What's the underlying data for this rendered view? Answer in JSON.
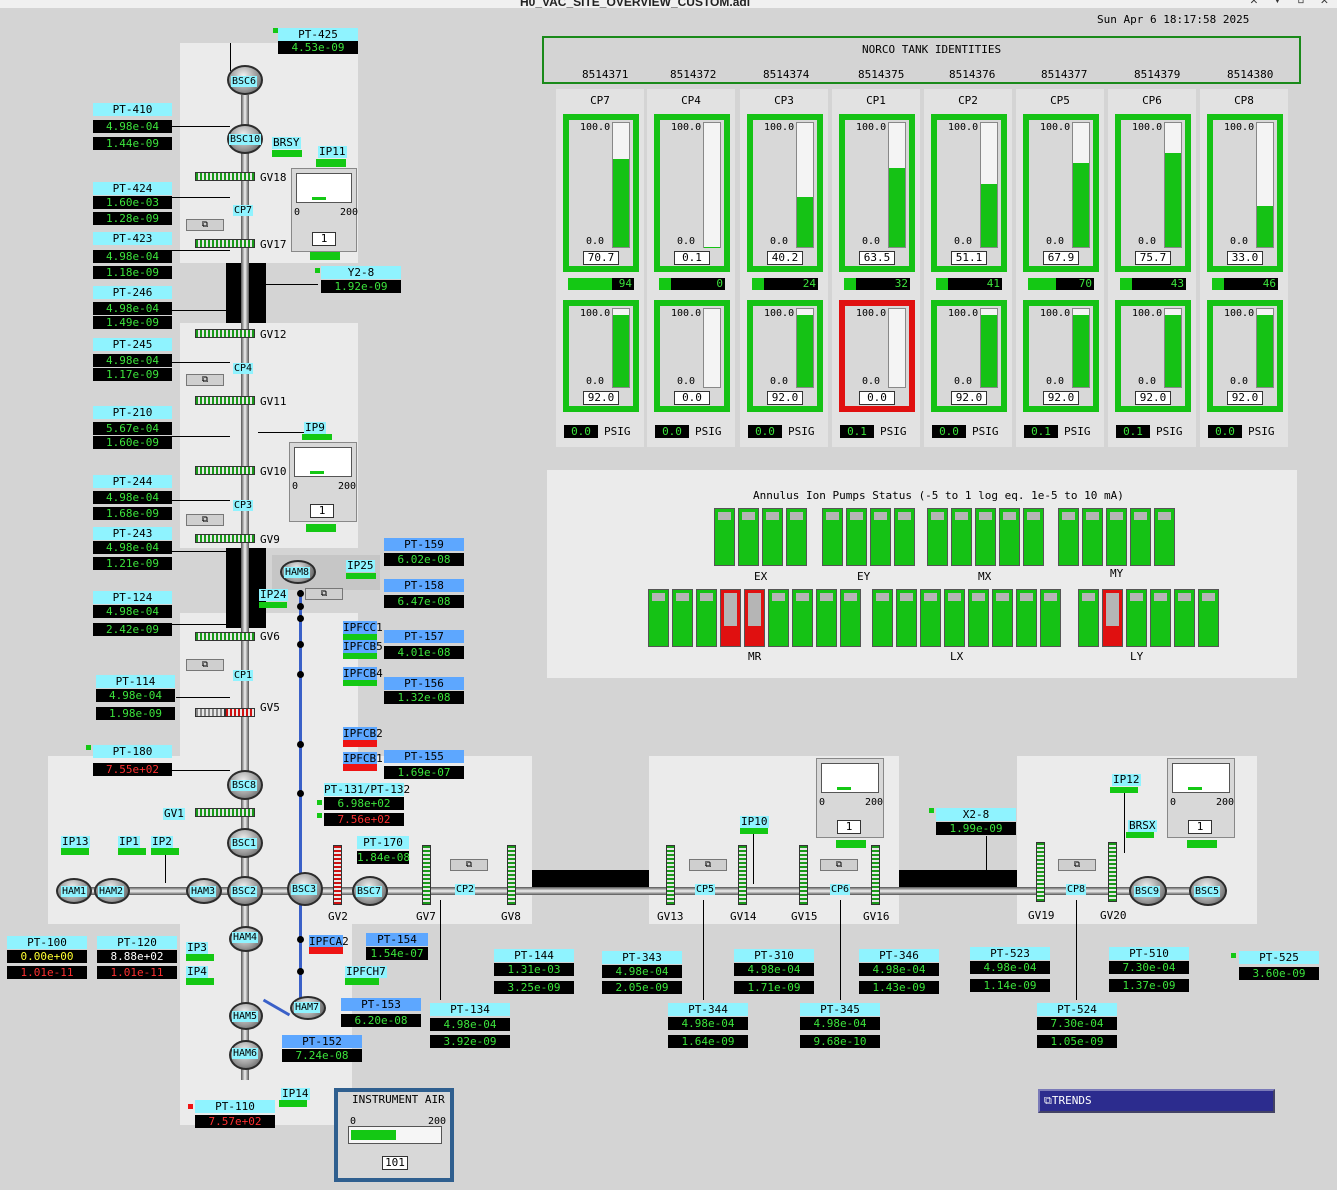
{
  "window": {
    "title": "H0_VAC_SITE_OVERVIEW_CUSTOM.adl",
    "datetime": "Sun Apr  6 18:17:58 2025"
  },
  "norco": {
    "title": "NORCO TANK IDENTITIES",
    "tanks": [
      {
        "id": "8514371",
        "name": "CP7",
        "level": "70.7",
        "level_frac": 0.707,
        "slider": "94",
        "pressure": "92.0",
        "pressure_frac": 0.92,
        "psig": "0.0",
        "alarm": false
      },
      {
        "id": "8514372",
        "name": "CP4",
        "level": "0.1",
        "level_frac": 0.001,
        "slider": "0",
        "pressure": "0.0",
        "pressure_frac": 0,
        "psig": "0.0",
        "alarm": false
      },
      {
        "id": "8514374",
        "name": "CP3",
        "level": "40.2",
        "level_frac": 0.402,
        "slider": "24",
        "pressure": "92.0",
        "pressure_frac": 0.92,
        "psig": "0.0",
        "alarm": false
      },
      {
        "id": "8514375",
        "name": "CP1",
        "level": "63.5",
        "level_frac": 0.635,
        "slider": "32",
        "pressure": "0.0",
        "pressure_frac": 0,
        "psig": "0.1",
        "alarm": true
      },
      {
        "id": "8514376",
        "name": "CP2",
        "level": "51.1",
        "level_frac": 0.511,
        "slider": "41",
        "pressure": "92.0",
        "pressure_frac": 0.92,
        "psig": "0.0",
        "alarm": false
      },
      {
        "id": "8514377",
        "name": "CP5",
        "level": "67.9",
        "level_frac": 0.679,
        "slider": "70",
        "pressure": "92.0",
        "pressure_frac": 0.92,
        "psig": "0.1",
        "alarm": false
      },
      {
        "id": "8514379",
        "name": "CP6",
        "level": "75.7",
        "level_frac": 0.757,
        "slider": "43",
        "pressure": "92.0",
        "pressure_frac": 0.92,
        "psig": "0.1",
        "alarm": false
      },
      {
        "id": "8514380",
        "name": "CP8",
        "level": "33.0",
        "level_frac": 0.33,
        "slider": "46",
        "pressure": "92.0",
        "pressure_frac": 0.92,
        "psig": "0.0",
        "alarm": false
      }
    ],
    "scale_max": "100.0",
    "scale_min": "0.0",
    "psig_label": "PSIG"
  },
  "pumps": {
    "title": "Annulus Ion Pumps Status (-5 to 1 log eq. 1e-5 to 10 mA)",
    "groups": [
      "EX",
      "EY",
      "MX",
      "MY",
      "MR",
      "LX",
      "LY"
    ]
  },
  "gauges": {
    "min": "0",
    "max": "200",
    "ip11": "1",
    "ip9": "1",
    "cp5": "1",
    "cp8": "1"
  },
  "instrument_air": {
    "title": "INSTRUMENT AIR",
    "min": "0",
    "max": "200",
    "value": "101",
    "level_frac": 0.505
  },
  "trends": {
    "label": "TRENDS"
  },
  "pt": {
    "pt425": {
      "name": "PT-425",
      "v1": "4.53e-09"
    },
    "pt410": {
      "name": "PT-410",
      "v1": "4.98e-04",
      "v2": "1.44e-09"
    },
    "pt424": {
      "name": "PT-424",
      "v1": "1.60e-03",
      "v2": "1.28e-09"
    },
    "pt423": {
      "name": "PT-423",
      "v1": "4.98e-04",
      "v2": "1.18e-09"
    },
    "pt246": {
      "name": "PT-246",
      "v1": "4.98e-04",
      "v2": "1.49e-09"
    },
    "pt245": {
      "name": "PT-245",
      "v1": "4.98e-04",
      "v2": "1.17e-09"
    },
    "pt210": {
      "name": "PT-210",
      "v1": "5.67e-04",
      "v2": "1.60e-09"
    },
    "pt244": {
      "name": "PT-244",
      "v1": "4.98e-04",
      "v2": "1.68e-09"
    },
    "pt243": {
      "name": "PT-243",
      "v1": "4.98e-04",
      "v2": "1.21e-09"
    },
    "pt124": {
      "name": "PT-124",
      "v1": "4.98e-04",
      "v2": "2.42e-09"
    },
    "pt114": {
      "name": "PT-114",
      "v1": "4.98e-04",
      "v2": "1.98e-09"
    },
    "pt180": {
      "name": "PT-180",
      "v1": "7.55e+02"
    },
    "pt100": {
      "name": "PT-100",
      "v1": "0.00e+00",
      "v2": "1.01e-11"
    },
    "pt120": {
      "name": "PT-120",
      "v1": "8.88e+02",
      "v2": "1.01e-11"
    },
    "pt110": {
      "name": "PT-110",
      "v1": "7.57e+02"
    },
    "y28": {
      "name": "Y2-8",
      "v1": "1.92e-09"
    },
    "pt159": {
      "name": "PT-159",
      "v1": "6.02e-08"
    },
    "pt158": {
      "name": "PT-158",
      "v1": "6.47e-08"
    },
    "pt157": {
      "name": "PT-157",
      "v1": "4.01e-08"
    },
    "pt156": {
      "name": "PT-156",
      "v1": "1.32e-08"
    },
    "pt155": {
      "name": "PT-155",
      "v1": "1.69e-07"
    },
    "pt131": {
      "name": "PT-131/PT-132",
      "v1": "6.98e+02",
      "v2": "7.56e+02"
    },
    "pt170": {
      "name": "PT-170",
      "v1": "1.84e-08"
    },
    "pt154": {
      "name": "PT-154",
      "v1": "1.54e-07"
    },
    "pt153": {
      "name": "PT-153",
      "v1": "6.20e-08"
    },
    "pt152": {
      "name": "PT-152",
      "v1": "7.24e-08"
    },
    "pt134": {
      "name": "PT-134",
      "v1": "4.98e-04",
      "v2": "3.92e-09"
    },
    "pt144": {
      "name": "PT-144",
      "v1": "1.31e-03",
      "v2": "3.25e-09"
    },
    "pt343": {
      "name": "PT-343",
      "v1": "4.98e-04",
      "v2": "2.05e-09"
    },
    "pt344": {
      "name": "PT-344",
      "v1": "4.98e-04",
      "v2": "1.64e-09"
    },
    "pt310": {
      "name": "PT-310",
      "v1": "4.98e-04",
      "v2": "1.71e-09"
    },
    "pt345": {
      "name": "PT-345",
      "v1": "4.98e-04",
      "v2": "9.68e-10"
    },
    "pt346": {
      "name": "PT-346",
      "v1": "4.98e-04",
      "v2": "1.43e-09"
    },
    "x28": {
      "name": "X2-8",
      "v1": "1.99e-09"
    },
    "pt523": {
      "name": "PT-523",
      "v1": "4.98e-04",
      "v2": "1.14e-09"
    },
    "pt524": {
      "name": "PT-524",
      "v1": "7.30e-04",
      "v2": "1.05e-09"
    },
    "pt510": {
      "name": "PT-510",
      "v1": "7.30e-04",
      "v2": "1.37e-09"
    },
    "pt525": {
      "name": "PT-525",
      "v1": "3.60e-09"
    }
  },
  "tags": {
    "bsc6": "BSC6",
    "bsc10": "BSC10",
    "brsy": "BRSY",
    "ip11": "IP11",
    "gv18": "GV18",
    "cp7": "CP7",
    "gv17": "GV17",
    "gv12": "GV12",
    "cp4": "CP4",
    "gv11": "GV11",
    "ip9": "IP9",
    "gv10": "GV10",
    "cp3": "CP3",
    "gv9": "GV9",
    "ham8": "HAM8",
    "ip25": "IP25",
    "ip24": "IP24",
    "gv6": "GV6",
    "cp1": "CP1",
    "gv5": "GV5",
    "bsc8": "BSC8",
    "gv1": "GV1",
    "bsc1": "BSC1",
    "ip13": "IP13",
    "ip1": "IP1",
    "ip2": "IP2",
    "ham1": "HAM1",
    "ham2": "HAM2",
    "ham3": "HAM3",
    "bsc2": "BSC2",
    "bsc3": "BSC3",
    "bsc7": "BSC7",
    "ham4": "HAM4",
    "ip3": "IP3",
    "ip4": "IP4",
    "ham5": "HAM5",
    "ham6": "HAM6",
    "ham7": "HAM7",
    "ip14": "IP14",
    "gv2": "GV2",
    "gv7": "GV7",
    "gv8": "GV8",
    "cp2": "CP2",
    "ipfcc1": "IPFCC1",
    "ipfcb5": "IPFCB5",
    "ipfcb4": "IPFCB4",
    "ipfcb2": "IPFCB2",
    "ipfcb1": "IPFCB1",
    "ipfca2": "IPFCA2",
    "ipfch7": "IPFCH7",
    "gv13": "GV13",
    "cp5": "CP5",
    "gv14": "GV14",
    "ip10": "IP10",
    "gv15": "GV15",
    "cp6": "CP6",
    "gv16": "GV16",
    "gv19": "GV19",
    "cp8": "CP8",
    "gv20": "GV20",
    "ip12": "IP12",
    "brsx": "BRSX",
    "bsc9": "BSC9",
    "bsc5": "BSC5"
  }
}
